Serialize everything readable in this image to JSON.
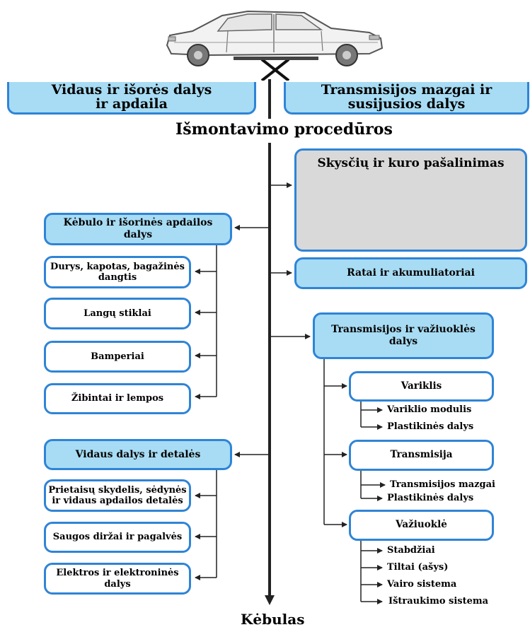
{
  "top": {
    "left_box": "Vidaus ir išorės dalys ir apdaila",
    "right_box": "Transmisijos mazgai ir susijusios dalys"
  },
  "title": "Išmontavimo procedūros",
  "bottom_title": "Kėbulas",
  "right": {
    "fluids": "Skysčių ir kuro pašalinimas",
    "wheels": "Ratai ir akumuliatoriai",
    "transmission_group": "Transmisijos ir važiuoklės dalys",
    "engine": "Variklis",
    "engine_items": [
      "Variklio modulis",
      "Plastikinės dalys"
    ],
    "transmission": "Transmisija",
    "transmission_items": [
      "Transmisijos mazgai",
      "Plastikinės dalys"
    ],
    "chassis": "Važiuoklė",
    "chassis_items": [
      "Stabdžiai",
      "Tiltai (ašys)",
      "Vairo sistema",
      "Ištraukimo sistema"
    ]
  },
  "left": {
    "body_group": "Kėbulo ir išorinės apdailos dalys",
    "body_items": [
      "Durys, kapotas, bagažinės dangtis",
      "Langų stiklai",
      "Bamperiai",
      "Žibintai ir lempos"
    ],
    "interior_group": "Vidaus dalys ir detalės",
    "interior_items": [
      "Prietaisų skydelis, sėdynės ir vidaus apdailos detalės",
      "Saugos diržai ir pagalvės",
      "Elektros ir elektroninės dalys"
    ]
  },
  "colors": {
    "box_blue": "#a7dcf4",
    "border_blue": "#2f84d6",
    "fluids_gray": "#d9d9d9"
  },
  "icons": [
    "car-icon",
    "lift-icon"
  ]
}
